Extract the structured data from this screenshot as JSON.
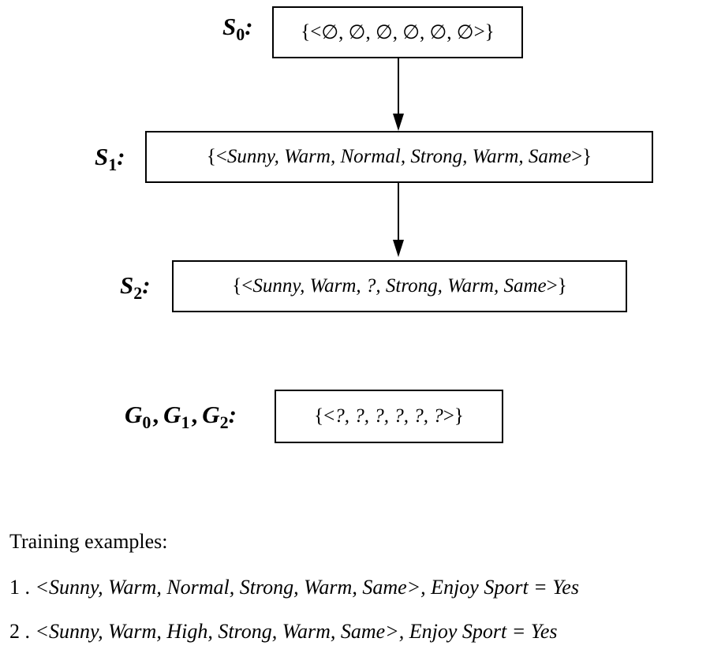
{
  "s0": {
    "label_letter": "S",
    "label_sub": "0",
    "colon": ":",
    "open": "{<",
    "hyp": "∅, ∅, ∅, ∅, ∅, ∅",
    "close": ">}"
  },
  "s1": {
    "label_letter": "S",
    "label_sub": "1",
    "colon": ":",
    "open": "{<",
    "hyp": "Sunny, Warm, Normal, Strong, Warm, Same",
    "close": ">}"
  },
  "s2": {
    "label_letter": "S",
    "label_sub": "2",
    "colon": ":",
    "open": "{<",
    "hyp": "Sunny, Warm, ?, Strong, Warm, Same",
    "close": ">}"
  },
  "g": {
    "labels": [
      {
        "letter": "G",
        "sub": "0"
      },
      {
        "letter": "G",
        "sub": "1"
      },
      {
        "letter": "G",
        "sub": "2"
      }
    ],
    "sep": ",",
    "colon": ":",
    "open": "{<",
    "hyp": "?, ?, ?, ?, ?, ?",
    "close": ">}"
  },
  "training": {
    "heading": "Training examples:",
    "examples": [
      {
        "num": "1 .",
        "text": "<Sunny, Warm, Normal, Strong, Warm, Same>, Enjoy Sport = Yes"
      },
      {
        "num": "2 .",
        "text": "<Sunny, Warm, High, Strong, Warm, Same>, Enjoy Sport = Yes"
      }
    ]
  }
}
